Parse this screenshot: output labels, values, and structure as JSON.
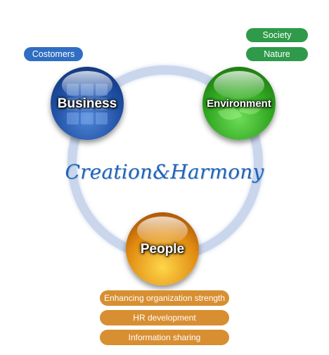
{
  "slogan": "Creation&Harmony",
  "nodes": {
    "business": "Business",
    "environment": "Environment",
    "people": "People"
  },
  "business_tags": [
    "Costomers"
  ],
  "environment_tags": [
    "Society",
    "Nature"
  ],
  "people_tags": [
    "Enhancing organization strength",
    "HR development",
    "Information sharing"
  ],
  "colors": {
    "business": "#2f6ec2",
    "environment": "#2e9a4a",
    "people": "#d88f31",
    "slogan": "#1f63b8",
    "ring": "#c9d6ec"
  }
}
